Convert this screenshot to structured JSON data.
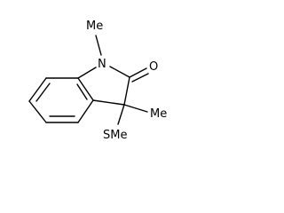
{
  "molecule": {
    "labels": {
      "nitrogen": "N",
      "oxygen": "O",
      "n_methyl": "Me",
      "c3_methyl": "Me",
      "thio_group": "SMe"
    }
  }
}
